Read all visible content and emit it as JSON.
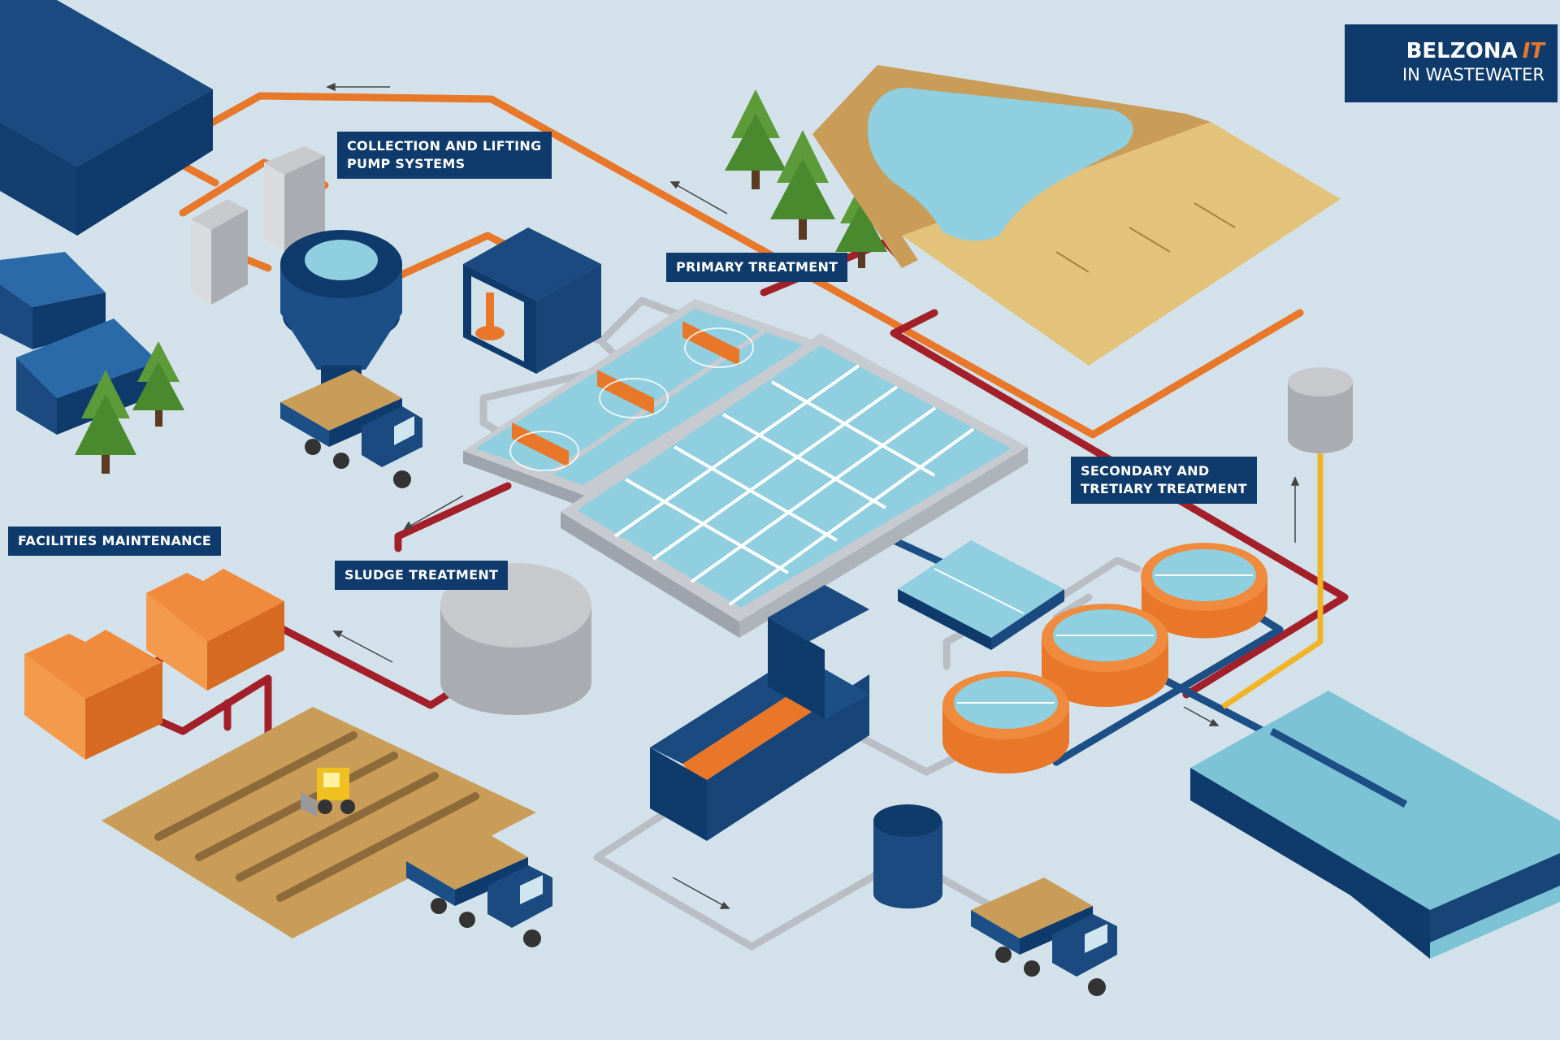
{
  "brand": {
    "name": "BELZONA",
    "accent": "IT",
    "tagline": "IN WASTEWATER"
  },
  "labels": {
    "collection": [
      "COLLECTION AND LIFTING",
      "PUMP SYSTEMS"
    ],
    "primary": [
      "PRIMARY TREATMENT"
    ],
    "facilities": [
      "FACILITIES MAINTENANCE"
    ],
    "sludge": [
      "SLUDGE TREATMENT"
    ],
    "secondary": [
      "SECONDARY AND",
      "TRETIARY TREATMENT"
    ]
  },
  "colors": {
    "background": "#d3e2ea",
    "navy": "#0e3b6b",
    "orange": "#e8772a",
    "water": "#8fcfe0",
    "red_pipe": "#a3202a",
    "grey_pipe": "#b9bec4",
    "yellow_pipe": "#f0b429",
    "sand": "#d9b570"
  },
  "icons": {
    "trees": "pine-tree-icon",
    "trucks": "dump-truck-icon",
    "loader": "wheel-loader-icon",
    "arrows": "flow-arrow-icon"
  }
}
